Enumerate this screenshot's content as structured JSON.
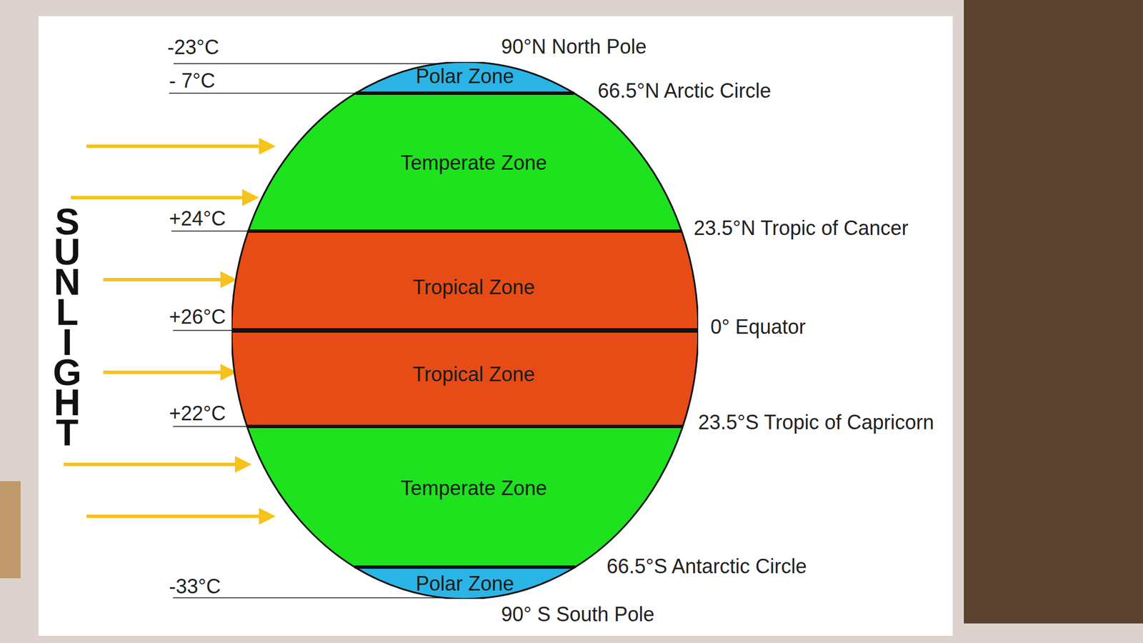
{
  "diagram": {
    "nodes": [
      {
        "text": [
          "Polar Zone"
        ]
      },
      {
        "text": [
          "Temperate Zone"
        ]
      },
      {
        "text": [
          "Tropical Zone"
        ]
      },
      {
        "text": [
          "Tropical Zone"
        ]
      },
      {
        "text": [
          "Temperate Zone"
        ]
      },
      {
        "text": [
          "Polar Zone"
        ]
      }
    ],
    "labels": [
      "-23°C",
      "90°N North Pole",
      "- 7°C",
      "66.5°N Arctic Circle",
      "SUNLIGHT",
      "+24°C",
      "23.5°N Tropic of Cancer",
      "+26°C",
      "0° Equator",
      "+22°C",
      "23.5°S Tropic of Capricorn",
      "66.5°S Antarctic Circle",
      "-33°C",
      "90° S South Pole"
    ]
  }
}
